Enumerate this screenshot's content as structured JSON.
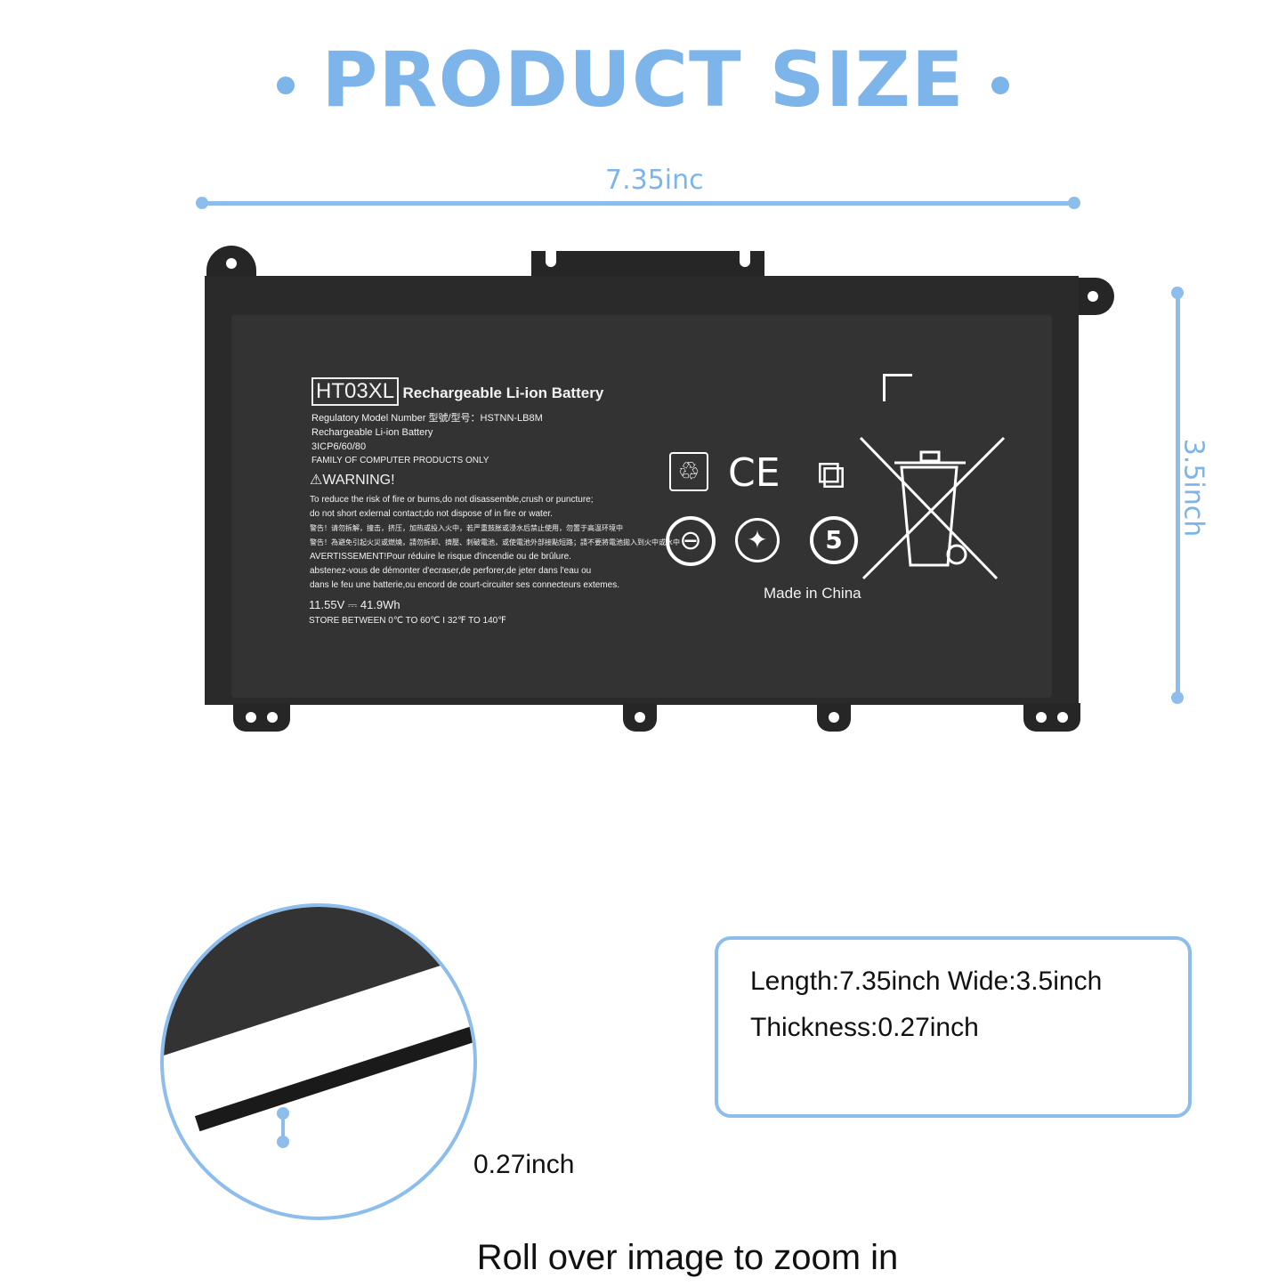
{
  "title": "PRODUCT SIZE",
  "dimensions": {
    "length_label": "7.35inc",
    "width_label": "3.5inch",
    "thickness_label": "0.27inch"
  },
  "colors": {
    "accent": "#7db4ea",
    "battery": "#2a2a2a"
  },
  "label": {
    "model": "HT03XL",
    "heading": "Rechargeable Li-ion Battery",
    "lines": [
      "Regulatory Model Number 型號/型号：HSTNN-LB8M",
      "Rechargeable Li-ion Battery",
      "3ICP6/60/80",
      "FAMILY OF COMPUTER PRODUCTS ONLY"
    ],
    "warning_title": "WARNING!",
    "warning_lines": [
      "To reduce the risk of fire or burns,do not disassemble,crush or puncture;",
      "do not short exlernal contact;do not dispose of in fire or water.",
      "警告！请勿拆解，撞击，挤压，加热或投入火中，若严重鼓胀或浸水后禁止使用，勿置于高温环境中",
      "警告！為避免引起火災或燃燒，請勿拆卸、擠壓、刺破電池，或使電池外部接點短路；請不要將電池拋入到火中或水中",
      "AVERTISSEMENT!Pour réduire le risque d'incendie ou de brûlure.",
      "abstenez-vous de démonter d'ecraser,de perforer,de jeter dans l'eau ou",
      "dans le feu une batterie,ou encord de court-circuiter ses connecteurs extemes."
    ],
    "rating": "11.55V ⎓ 41.9Wh",
    "storage": "STORE BETWEEN 0℃ TO 60℃ I 32℉ TO 140℉",
    "origin": "Made in China",
    "icons": [
      "recycle-icon",
      "ce-mark-icon",
      "china-rohs-icon",
      "no-disassemble-icon",
      "certification-icon",
      "five-year-epup-icon",
      "crossed-bin-icon"
    ]
  },
  "specs": {
    "line1": "Length:7.35inch  Wide:3.5inch",
    "line2": "Thickness:0.27inch"
  },
  "footer": "Roll over image to zoom in"
}
